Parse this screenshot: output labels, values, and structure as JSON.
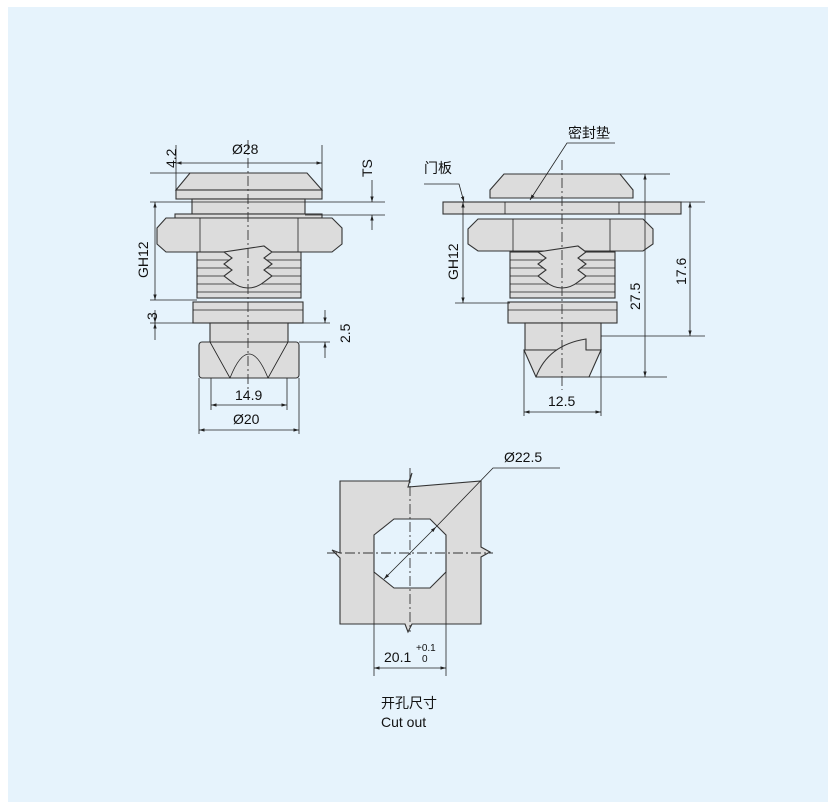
{
  "left_view": {
    "dim_top_diameter": "Ø28",
    "dim_cap_height": "4.2",
    "dim_ts": "TS",
    "dim_gh": "GH12",
    "dim_washer": "3",
    "dim_gap": "2.5",
    "dim_cam_inner": "14.9",
    "dim_cam_outer": "Ø20"
  },
  "right_view": {
    "label_gasket": "密封垫",
    "label_door_panel": "门板",
    "dim_gh": "GH12",
    "dim_total": "27.5",
    "dim_length": "17.6",
    "dim_cam_width": "12.5"
  },
  "cutout": {
    "dim_diameter": "Ø22.5",
    "dim_width": "20.1",
    "tol_upper": "+0.1",
    "tol_lower": "0",
    "caption_cn": "开孔尺寸",
    "caption_en": "Cut out"
  },
  "colors": {
    "background": "#e6f3fc",
    "part_fill": "#dcdcdc"
  }
}
